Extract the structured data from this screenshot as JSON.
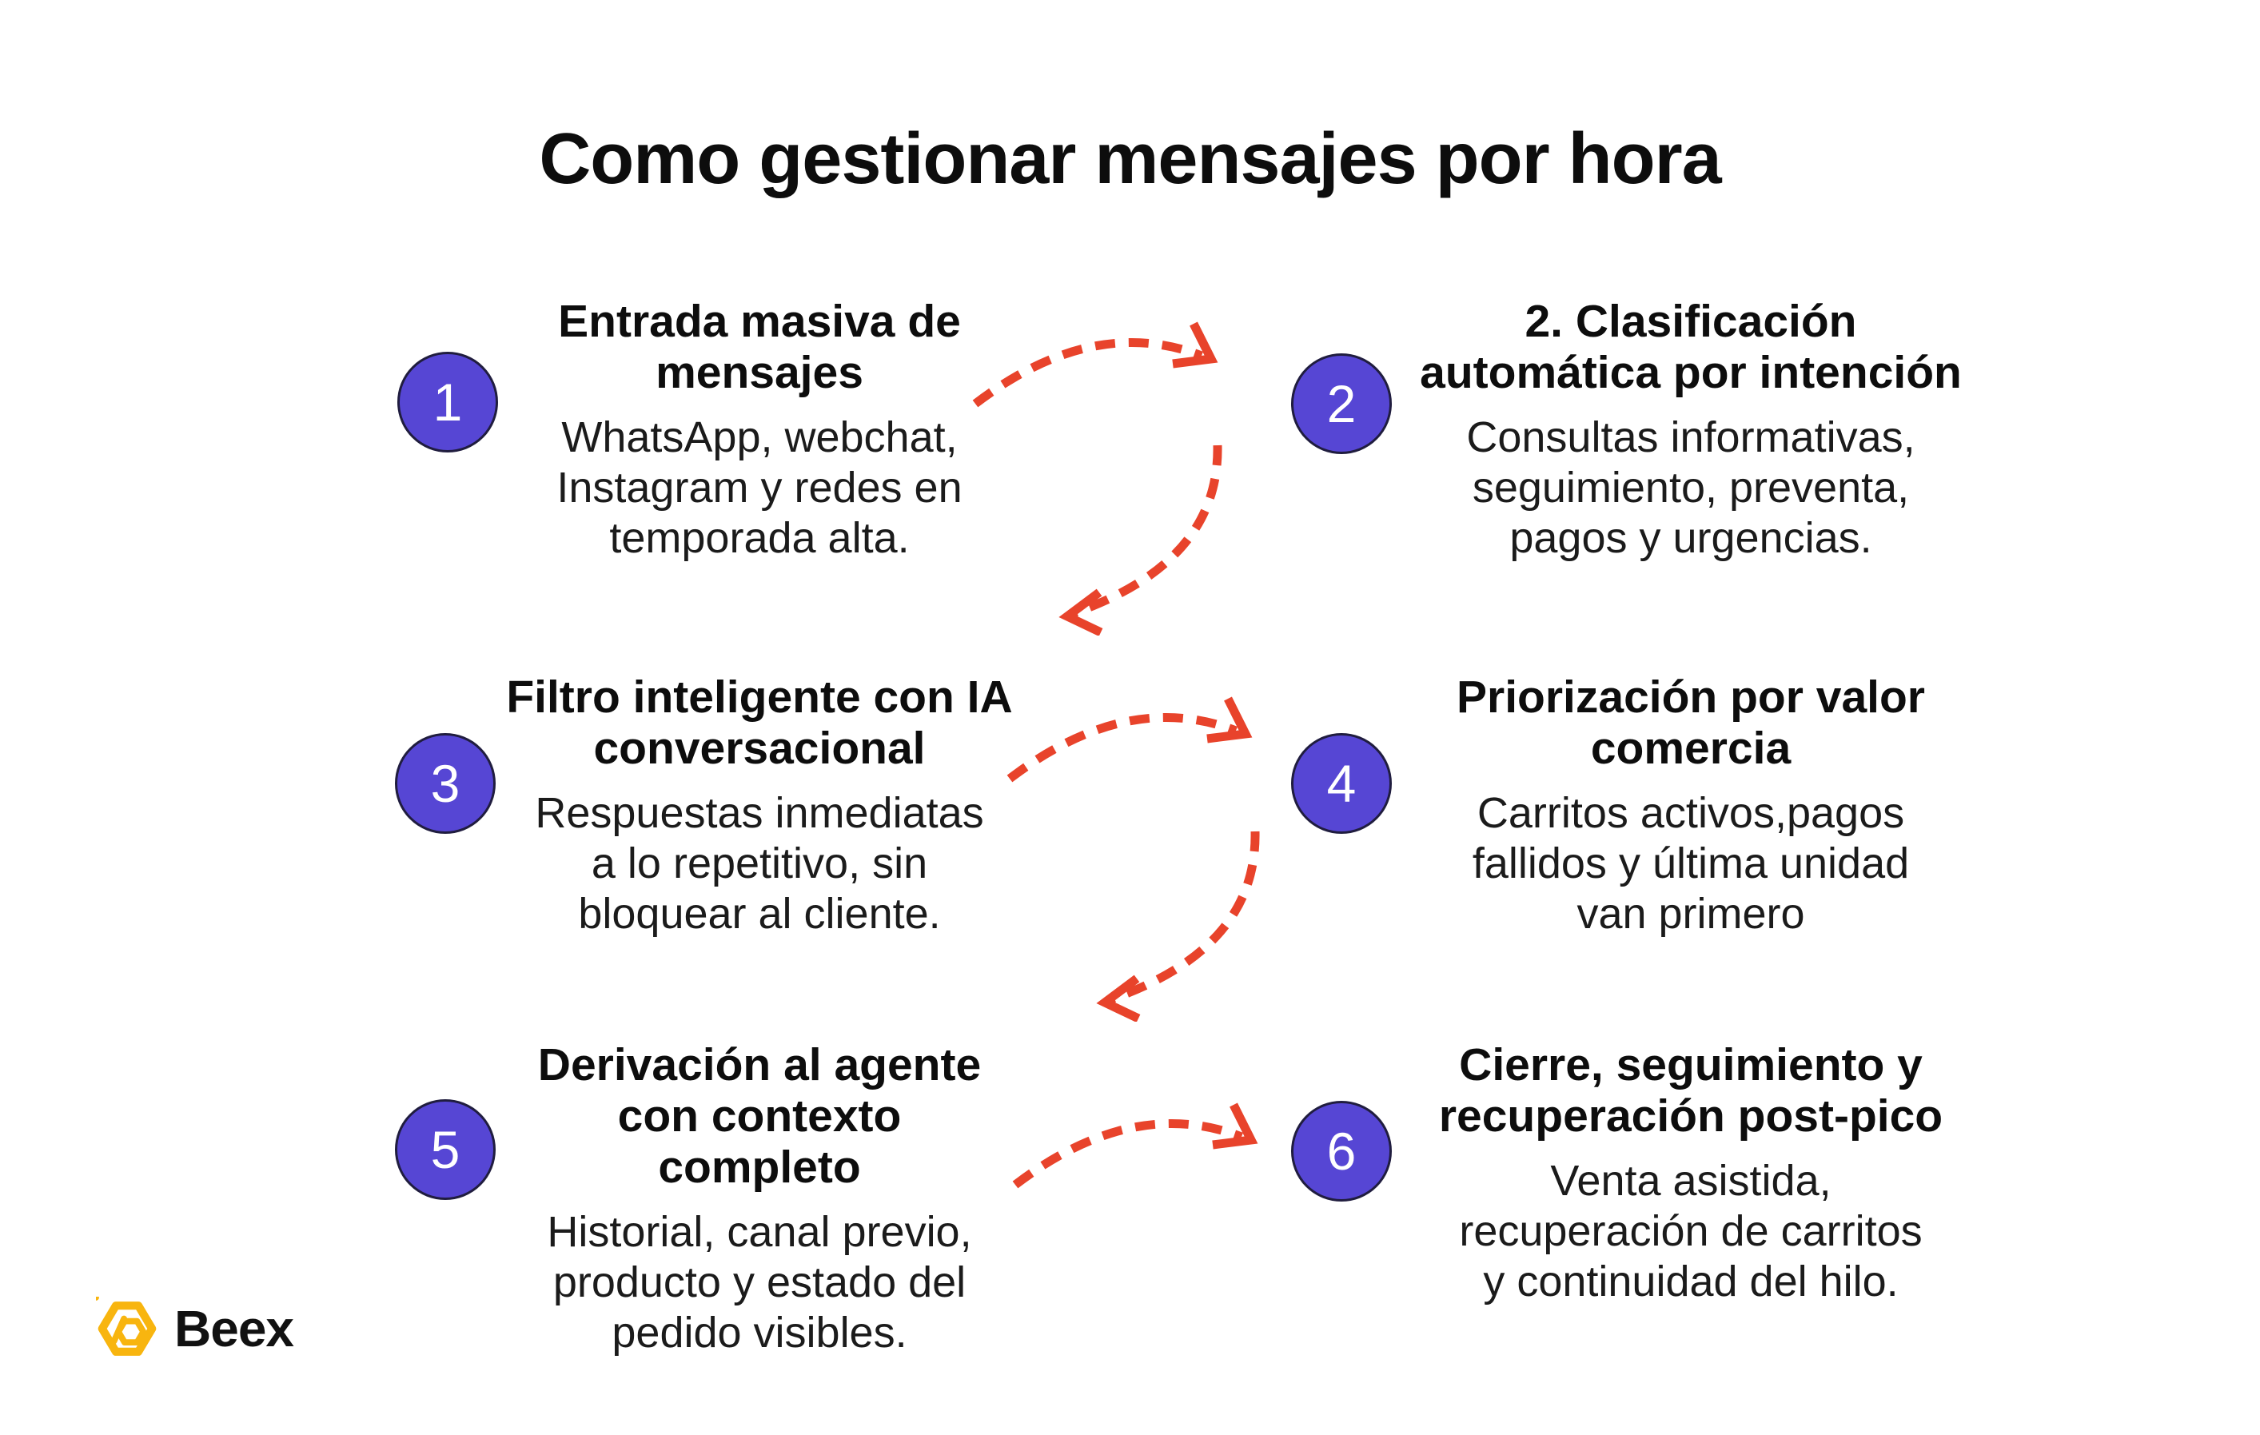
{
  "title": "Como gestionar mensajes por hora",
  "steps": [
    {
      "number": "1",
      "heading": "Entrada masiva de\nmensajes",
      "body": "WhatsApp, webchat,\nInstagram y redes en\ntemporada alta."
    },
    {
      "number": "2",
      "heading": "2. Clasificación\nautomática por intención",
      "body": "Consultas informativas,\nseguimiento, preventa,\npagos y urgencias."
    },
    {
      "number": "3",
      "heading": "Filtro inteligente con IA\nconversacional",
      "body": "Respuestas inmediatas\na lo repetitivo, sin\nbloquear al cliente."
    },
    {
      "number": "4",
      "heading": "Priorización por valor\ncomercia",
      "body": "Carritos activos,pagos\nfallidos y última unidad\nvan primero"
    },
    {
      "number": "5",
      "heading": "Derivación al agente\ncon contexto completo",
      "body": "Historial, canal previo,\nproducto y estado del\npedido visibles."
    },
    {
      "number": "6",
      "heading": "Cierre, seguimiento y\nrecuperación post-pico",
      "body": "Venta asistida,\nrecuperación de carritos\ny continuidad del hilo."
    }
  ],
  "logo": {
    "brand": "Beex"
  },
  "colors": {
    "step_circle": "#5646D4",
    "arrow": "#E8432B",
    "logo_yellow": "#F8B50F",
    "heading_text": "#0D0D0D",
    "body_text": "#1B1B1B"
  }
}
